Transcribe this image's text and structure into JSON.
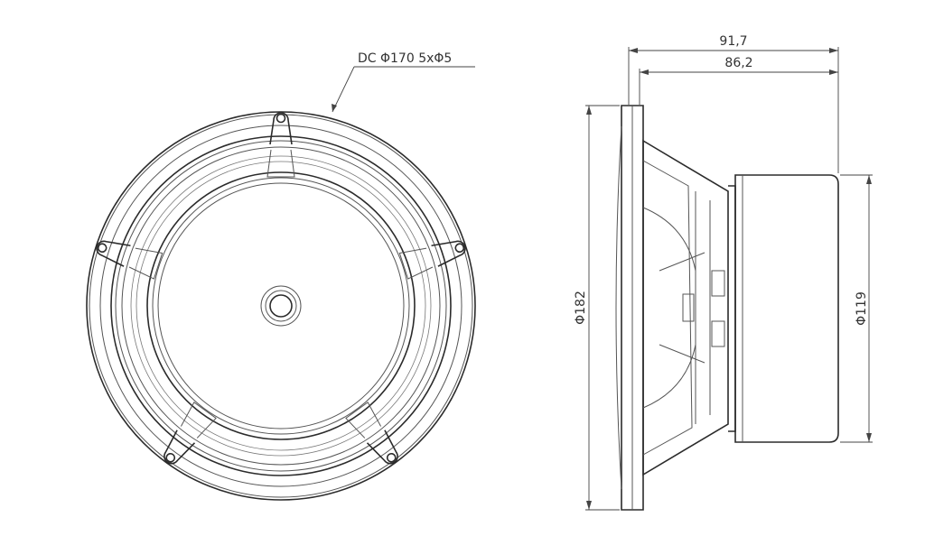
{
  "front_view": {
    "callout": "DC Φ170  5xΦ5"
  },
  "side_view": {
    "overall_depth": "91,7",
    "frame_depth": "86,2",
    "outer_diameter": "Φ182",
    "magnet_diameter": "Φ119"
  }
}
